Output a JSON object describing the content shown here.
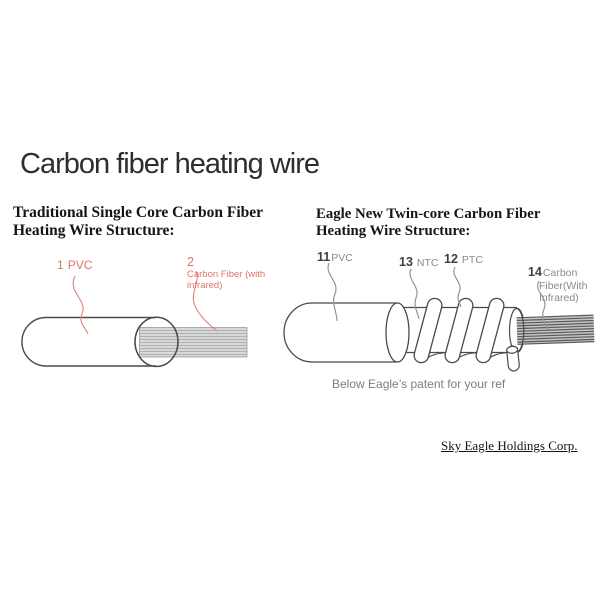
{
  "page": {
    "title": "Carbon fiber heating wire"
  },
  "left_section": {
    "heading": "Traditional Single Core Carbon Fiber Heating Wire Structure:",
    "labels": {
      "pvc_num": "1",
      "pvc_word": "PVC",
      "fiber_num": "2",
      "fiber_line1": "Carbon Fiber (with",
      "fiber_line2": "infrared)"
    }
  },
  "right_section": {
    "heading": "Eagle New Twin-core Carbon Fiber Heating Wire Structure:",
    "labels": {
      "pvc_num": "11",
      "pvc_word": "PVC",
      "ntc_num": "13",
      "ntc_word": "NTC",
      "ptc_num": "12",
      "ptc_word": "PTC",
      "fiber_num": "14",
      "fiber_line1": "Carbon",
      "fiber_line2": "Fiber(With",
      "fiber_line3": "Infrared)"
    },
    "caption": "Below Eagle’s patent for your ref"
  },
  "footer": {
    "company": "Sky Eagle Holdings Corp."
  },
  "colors": {
    "label_red": "#e0716b",
    "label_gray": "#8a8a8a",
    "label_dark": "#3f3f3f",
    "outline": "#4a4a4a",
    "leader_gray": "#949494",
    "fiber_band_fill": "#d8d8d8",
    "fiber_bundle_dark": "#5a5a5a"
  }
}
